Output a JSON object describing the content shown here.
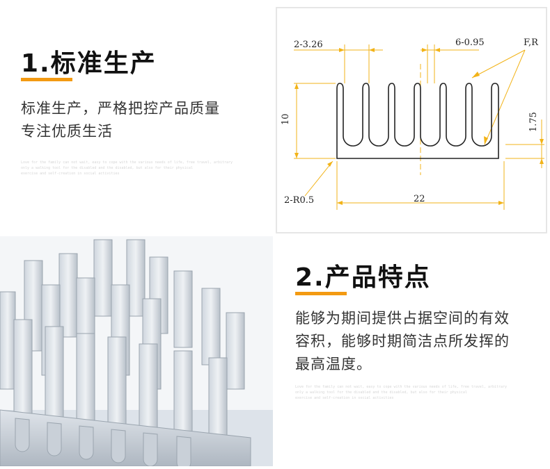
{
  "section1": {
    "title": "1.标准生产",
    "desc_lines": [
      "标准生产，严格把控产品质量",
      "专注优质生活"
    ],
    "fine_print": [
      "Love for the family can not wait, easy to cope with the various needs of life, free travel, arbitrary",
      "only a walking tool for the disabled and the disabled, but also for their physical",
      "exercise and self-creation in social activities"
    ]
  },
  "diagram": {
    "dim_fin_gap": "2-3.26",
    "dim_fin_thickness": "6-0.95",
    "dim_fillet": "F,R",
    "dim_height": "10",
    "dim_base": "1.75",
    "dim_radius": "2-R0.5",
    "dim_width": "22"
  },
  "section2": {
    "title": "2.产品特点",
    "desc_lines": [
      "能够为期间提供占据空间的有效",
      "容积，能够时期简洁点所发挥的",
      "最高温度。"
    ],
    "fine_print": [
      "Love for the family can not wait, easy to cope with the various needs of life, free travel, arbitrary",
      "only a walking tool for the disabled and the disabled, but also for their physical",
      "exercise and self-creation in social activities"
    ]
  },
  "colors": {
    "accent": "#f39a12",
    "dimension": "#f2b318",
    "title": "#111111"
  }
}
